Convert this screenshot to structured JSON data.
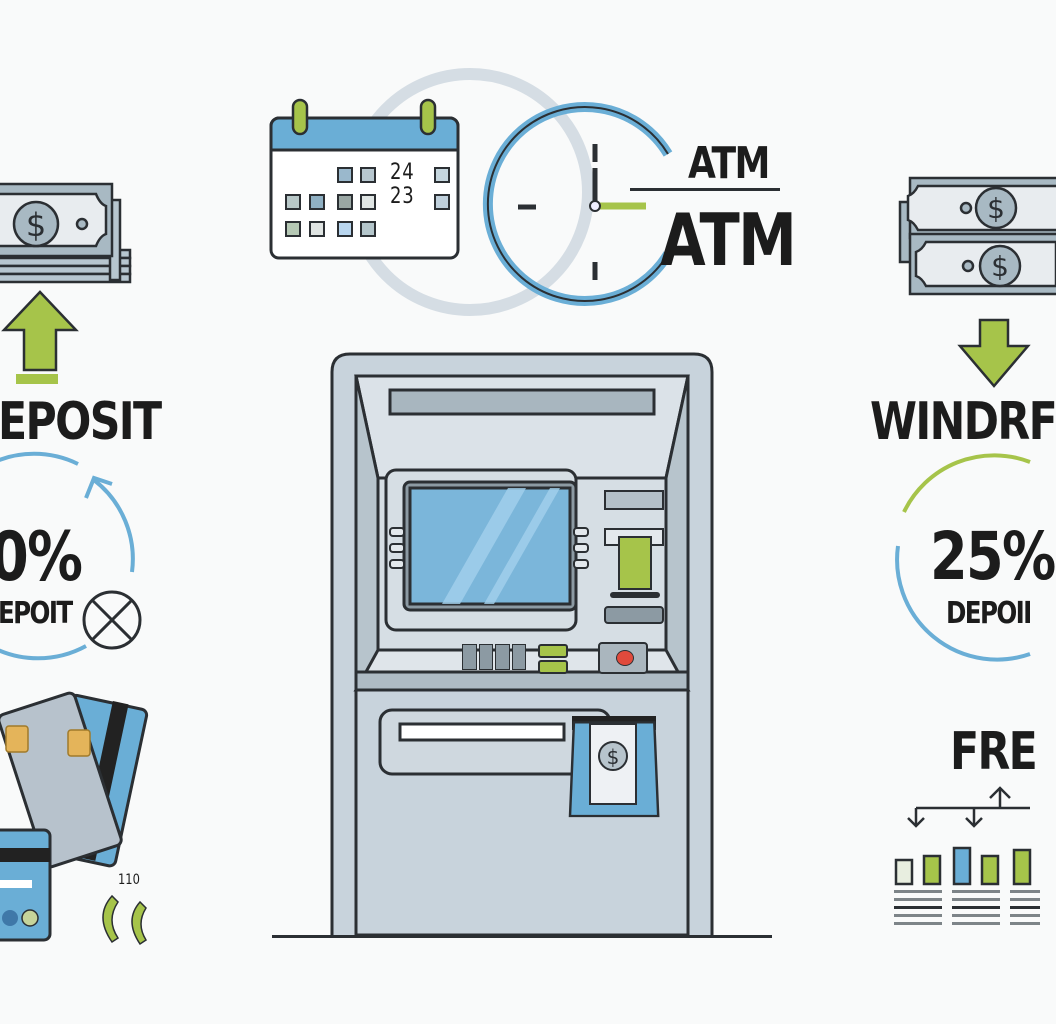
{
  "calendar": {
    "dates": [
      "24",
      "23"
    ]
  },
  "clock_labels": {
    "top": "ATM",
    "bottom": "ATM"
  },
  "left_panel": {
    "deposit_label": "EPOSIT",
    "percent": "0%",
    "percent_caption": "EPOIT",
    "cards_badge": "110"
  },
  "right_panel": {
    "withdraw_label": "WINDRF",
    "percent": "25%",
    "percent_caption": "DEPOII",
    "free_label": "FRE"
  },
  "colors": {
    "blue": "#6aaed6",
    "green": "#a6c44a",
    "steel": "#c8d3dc",
    "outline": "#2b2f33",
    "screen": "#7bb6da",
    "red": "#e04a3c",
    "chip": "#e4b45a"
  }
}
